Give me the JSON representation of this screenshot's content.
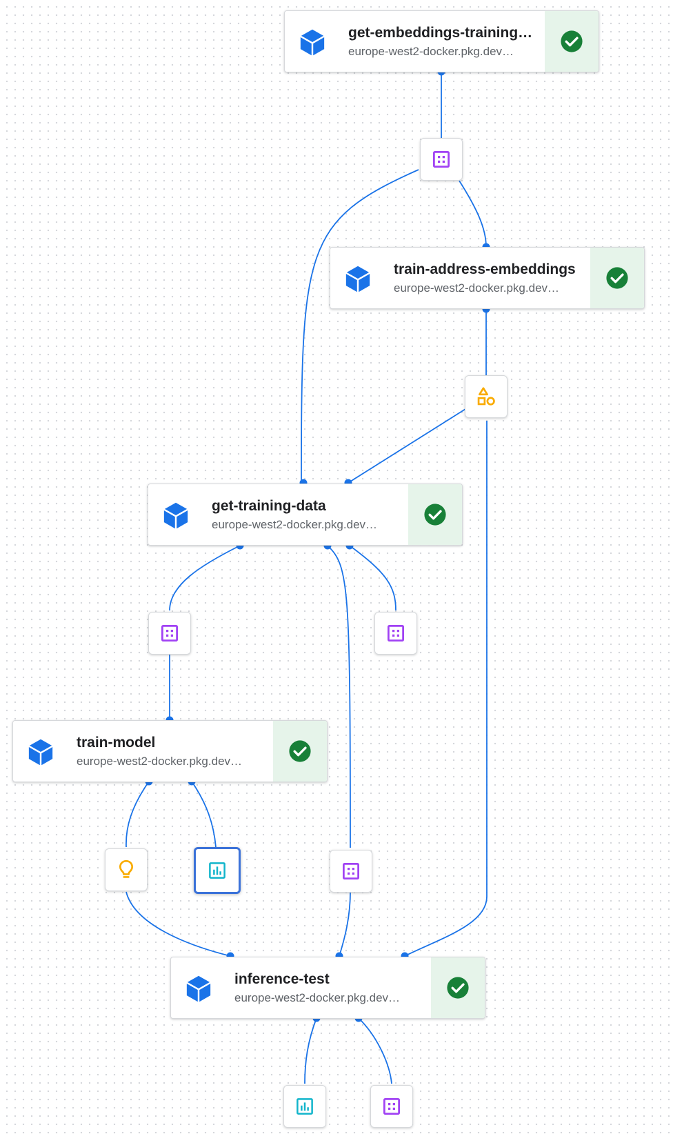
{
  "pipeline": {
    "nodes": {
      "get_embeddings_training": {
        "title": "get-embeddings-training…",
        "subtitle": "europe-west2-docker.pkg.dev…",
        "status": "succeeded"
      },
      "train_address_embeddings": {
        "title": "train-address-embeddings",
        "subtitle": "europe-west2-docker.pkg.dev…",
        "status": "succeeded"
      },
      "get_training_data": {
        "title": "get-training-data",
        "subtitle": "europe-west2-docker.pkg.dev…",
        "status": "succeeded"
      },
      "train_model": {
        "title": "train-model",
        "subtitle": "europe-west2-docker.pkg.dev…",
        "status": "succeeded"
      },
      "inference_test": {
        "title": "inference-test",
        "subtitle": "europe-west2-docker.pkg.dev…",
        "status": "succeeded"
      }
    },
    "artifacts": [
      {
        "id": "dataset-1",
        "kind": "dataset-icon",
        "selected": false
      },
      {
        "id": "artifact-embeddings",
        "kind": "shapes-icon",
        "selected": false
      },
      {
        "id": "dataset-2",
        "kind": "dataset-icon",
        "selected": false
      },
      {
        "id": "dataset-3",
        "kind": "dataset-icon",
        "selected": false
      },
      {
        "id": "model",
        "kind": "lightbulb-icon",
        "selected": false
      },
      {
        "id": "metrics-1",
        "kind": "metrics-icon",
        "selected": true
      },
      {
        "id": "dataset-4",
        "kind": "dataset-icon",
        "selected": false
      },
      {
        "id": "metrics-2",
        "kind": "metrics-icon",
        "selected": false
      },
      {
        "id": "dataset-5",
        "kind": "dataset-icon",
        "selected": false
      }
    ],
    "colors": {
      "edge": "#1a73e8",
      "component_icon": "#1a73e8",
      "success": "#188038",
      "success_bg": "#e6f4ea",
      "dataset_icon": "#a142f4",
      "model_icon": "#f9ab00",
      "metrics_icon": "#12b5cb",
      "selected_border": "#3b72d9"
    }
  }
}
